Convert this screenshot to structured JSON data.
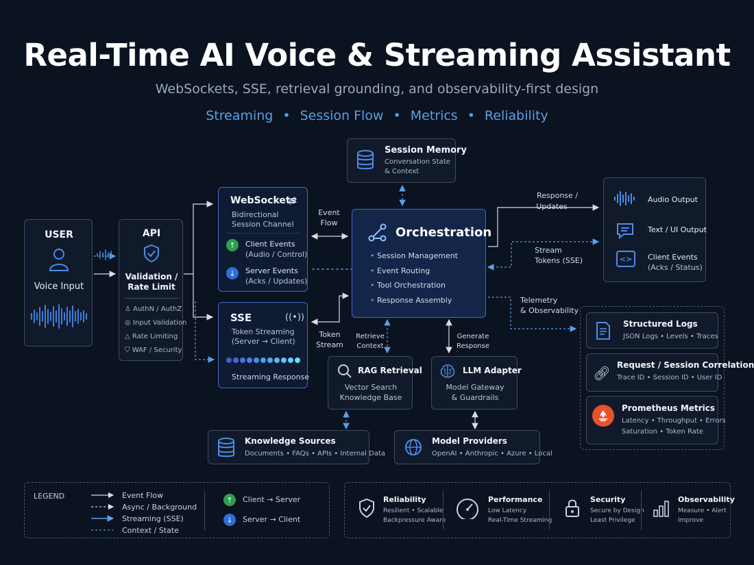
{
  "header": {
    "title": "Real-Time AI Voice & Streaming Assistant",
    "subtitle": "WebSockets, SSE, retrieval grounding, and observability-first design",
    "tags": [
      "Streaming",
      "Session Flow",
      "Metrics",
      "Reliability"
    ],
    "tag_sep": "•"
  },
  "user": {
    "title": "USER",
    "label": "Voice Input"
  },
  "api": {
    "title": "API",
    "subtitle": "Validation / Rate Limit",
    "items": [
      "AuthN / AuthZ",
      "Input Validation",
      "Rate Limiting",
      "WAF / Security"
    ]
  },
  "websockets": {
    "title": "WebSockets",
    "subtitle_1": "Bidirectional",
    "subtitle_2": "Session Channel",
    "client_title": "Client Events",
    "client_sub": "(Audio / Control)",
    "server_title": "Server Events",
    "server_sub": "(Acks / Updates)"
  },
  "sse": {
    "title": "SSE",
    "sub_1": "Token Streaming",
    "sub_2": "(Server → Client)",
    "footer": "Streaming Response"
  },
  "session_memory": {
    "title": "Session Memory",
    "sub_1": "Conversation State",
    "sub_2": "& Context"
  },
  "orchestration": {
    "title": "Orchestration",
    "items": [
      "Session Management",
      "Event Routing",
      "Tool Orchestration",
      "Response Assembly"
    ]
  },
  "outputs": {
    "items": [
      {
        "label": "Audio Output"
      },
      {
        "label": "Text / UI Output"
      },
      {
        "label": "Client Events",
        "sub": "(Acks / Status)"
      }
    ]
  },
  "rag": {
    "title": "RAG Retrieval",
    "sub_1": "Vector Search",
    "sub_2": "Knowledge Base"
  },
  "llm": {
    "title": "LLM Adapter",
    "sub_1": "Model Gateway",
    "sub_2": "& Guardrails"
  },
  "knowledge": {
    "title": "Knowledge Sources",
    "sub": "Documents • FAQs • APIs • Internal Data"
  },
  "providers": {
    "title": "Model Providers",
    "sub": "OpenAI • Anthropic • Azure • Local"
  },
  "observability": {
    "items": [
      {
        "title": "Structured Logs",
        "sub": "JSON Logs • Levels • Traces"
      },
      {
        "title": "Request / Session Correlation",
        "sub": "Trace ID • Session ID • User ID"
      },
      {
        "title": "Prometheus Metrics",
        "sub_1": "Latency • Throughput • Errors",
        "sub_2": "Saturation • Token Rate"
      }
    ]
  },
  "edge_labels": {
    "event_flow_1": "Event",
    "event_flow_2": "Flow",
    "token_stream_1": "Token",
    "token_stream_2": "Stream",
    "response_1": "Response /",
    "response_2": "Updates",
    "stream_tokens_1": "Stream",
    "stream_tokens_2": "Tokens (SSE)",
    "telemetry_1": "Telemetry",
    "telemetry_2": "& Observability",
    "retrieve_1": "Retrieve",
    "retrieve_2": "Context",
    "generate_1": "Generate",
    "generate_2": "Response"
  },
  "legend": {
    "title": "LEGEND",
    "items": [
      "Event Flow",
      "Async / Background",
      "Streaming (SSE)",
      "Context / State"
    ],
    "client_server": "Client → Server",
    "server_client": "Server → Client"
  },
  "pillars": [
    {
      "title": "Reliability",
      "sub_1": "Resilient • Scalable",
      "sub_2": "Backpressure Aware"
    },
    {
      "title": "Performance",
      "sub_1": "Low Latency",
      "sub_2": "Real-Time Streaming"
    },
    {
      "title": "Security",
      "sub_1": "Secure by Design",
      "sub_2": "Least Privilege"
    },
    {
      "title": "Observability",
      "sub_1": "Measure • Alert",
      "sub_2": "Improve"
    }
  ],
  "colors": {
    "background": "#0b1220",
    "accent": "#5aa0e6",
    "border": "#3d4b63",
    "green": "#2e9e4f",
    "blue": "#2f6fd6",
    "prometheus": "#e6522c"
  }
}
